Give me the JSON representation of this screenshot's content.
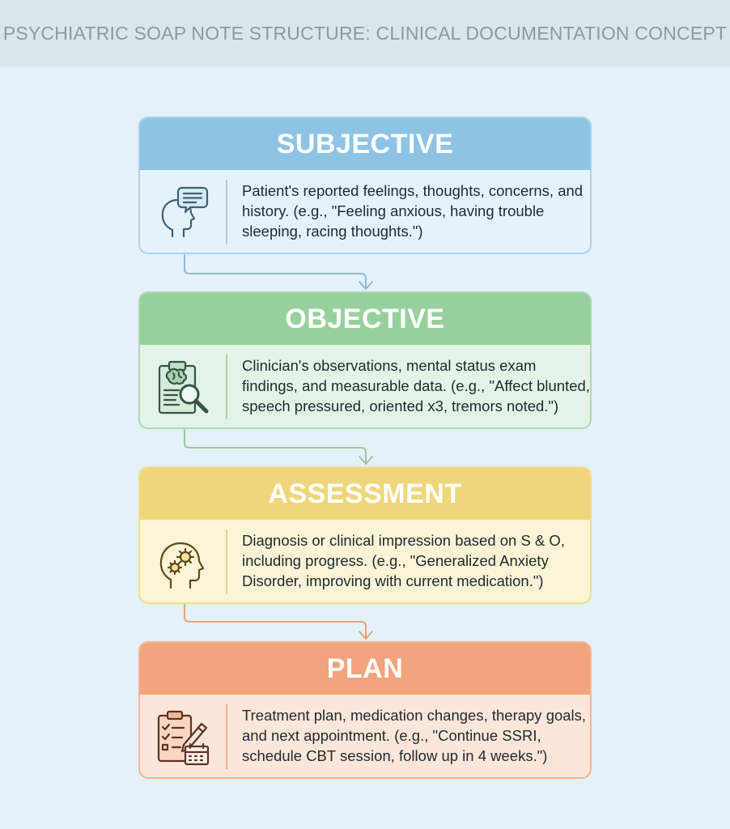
{
  "title": "PSYCHIATRIC SOAP NOTE STRUCTURE: CLINICAL DOCUMENTATION CONCEPT",
  "sections": [
    {
      "heading": "SUBJECTIVE",
      "text": "Patient's reported feelings, thoughts, concerns, and history. (e.g., \"Feeling anxious, having trouble sleeping, racing thoughts.\")",
      "icon": "head-speech-bubble-icon",
      "colors": {
        "header": "#8ec3e4",
        "body": "#e6f2fb",
        "border": "#a9d2ec"
      }
    },
    {
      "heading": "OBJECTIVE",
      "text": "Clinician's observations, mental status exam findings, and measurable data. (e.g., \"Affect blunted, speech pressured, oriented x3, tremors noted.\")",
      "icon": "clipboard-brain-magnifier-icon",
      "colors": {
        "header": "#98cf9e",
        "body": "#e4f3e5",
        "border": "#acd9b1"
      }
    },
    {
      "heading": "ASSESSMENT",
      "text": "Diagnosis or clinical impression based on S & O, including progress. (e.g., \"Generalized Anxiety Disorder, improving with current medication.\")",
      "icon": "head-gears-icon",
      "colors": {
        "header": "#f0d67a",
        "body": "#fbf4d6",
        "border": "#f2dc92"
      }
    },
    {
      "heading": "PLAN",
      "text": "Treatment plan, medication changes, therapy goals, and next appointment. (e.g., \"Continue SSRI, schedule CBT session, follow up in 4 weeks.\")",
      "icon": "checklist-pencil-calendar-icon",
      "colors": {
        "header": "#f2a57d",
        "body": "#fce5d9",
        "border": "#f4b796"
      }
    }
  ]
}
